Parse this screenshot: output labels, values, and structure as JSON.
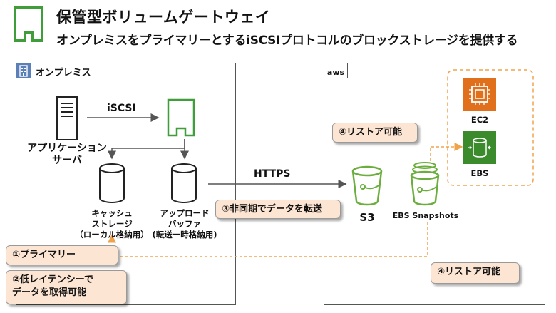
{
  "header": {
    "title": "保管型ボリュームゲートウェイ",
    "subtitle": "オンプレミスをプライマリーとするiSCSIプロトコルのブロックストレージを提供する"
  },
  "onprem": {
    "label": "オンプレミス",
    "app_server": "アプリケーション\nサーバ",
    "protocol": "iSCSI",
    "cache_storage": "キャッシュ\nストレージ\n（ローカル格納用）",
    "upload_buffer": "アップロード\nバッファ\n(転送一時格納用)"
  },
  "aws": {
    "logo": "aws",
    "https": "HTTPS",
    "s3": "S3",
    "ebs_snapshots": "EBS Snapshots",
    "ec2": "EC2",
    "ebs": "EBS"
  },
  "notes": {
    "primary": "①プライマリー",
    "low_latency": "②低レイテンシーで\nデータを取得可能",
    "async": "③非同期でデータを転送",
    "restore_top": "④リストア可能",
    "restore_bottom": "④リストア可能"
  },
  "colors": {
    "gateway_green": "#3f9e3a",
    "ec2_orange": "#e0701b",
    "ebs_green": "#3b8a2c",
    "s3_green": "#6cae3e",
    "note_fill": "#fde5d3",
    "dashed_orange": "#f0a34a"
  }
}
